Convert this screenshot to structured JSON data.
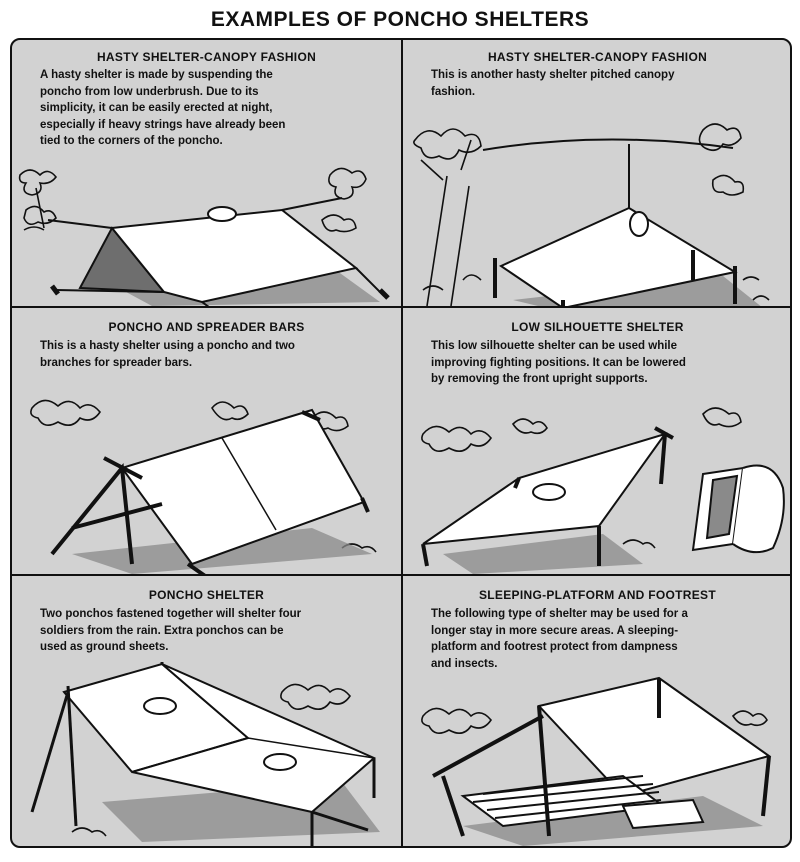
{
  "title": "EXAMPLES OF PONCHO SHELTERS",
  "panels": [
    {
      "heading": "HASTY SHELTER-CANOPY FASHION",
      "text_lines": [
        "A hasty shelter is made by suspending the",
        "poncho from low underbrush. Due to its",
        "simplicity, it can be easily erected at night,",
        "especially if heavy strings have already been",
        "tied to the corners of the poncho."
      ]
    },
    {
      "heading": "HASTY SHELTER-CANOPY FASHION",
      "text_lines": [
        "This is another hasty shelter pitched canopy",
        "fashion."
      ]
    },
    {
      "heading": "PONCHO AND SPREADER BARS",
      "text_lines": [
        "This is a hasty shelter using a poncho and two",
        "branches for spreader bars."
      ]
    },
    {
      "heading": "LOW SILHOUETTE SHELTER",
      "text_lines": [
        "This low silhouette shelter can be used while",
        "improving fighting positions. It can be lowered",
        "by removing the front upright supports."
      ]
    },
    {
      "heading": "PONCHO SHELTER",
      "text_lines": [
        "Two ponchos fastened together will shelter four",
        "soldiers from the rain. Extra ponchos can be",
        "used as ground sheets."
      ]
    },
    {
      "heading": "SLEEPING-PLATFORM AND FOOTREST",
      "text_lines": [
        "The following type of shelter may be used for a",
        "longer stay in more secure areas. A sleeping-",
        "platform and footrest protect from dampness",
        "and insects."
      ]
    }
  ],
  "colors": {
    "panel_background": "#d2d2d2",
    "ink": "#111111",
    "tarp": "#ffffff",
    "shadow": "#8a8a8a"
  }
}
